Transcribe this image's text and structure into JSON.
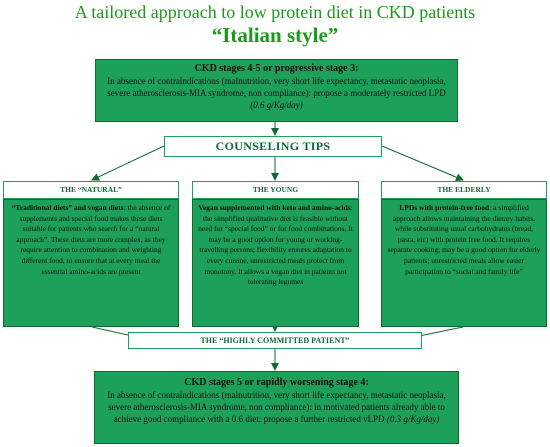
{
  "title": {
    "line1": "A tailored approach to low protein diet in CKD patients",
    "line2": "“Italian style”"
  },
  "top_box": {
    "heading": "CKD stages 4-5 or progressive stage 3:",
    "text": "In absence of contraindications (malnutrition, very short life expectancy, metastatic neoplasia, severe atherosclerosis-MIA syndrome, non compliance): propose a moderately restricted LPD",
    "dose": "(0.6 g/Kg/day)"
  },
  "counseling": "COUNSELING TIPS",
  "columns": {
    "natural": {
      "label": "THE “NATURAL”",
      "lead": "“Traditional diets” and vegan diets",
      "text": ": the absence of supplements and special food makes these diets suitable for patients who search for a “natural approach”. These diets are more complex, as they require attention to combination and weighting different food, to ensure that at every meal the essential amino-acids are present"
    },
    "young": {
      "label": "THE YOUNG",
      "lead": "Vegan supplemented with keto and amino-acids",
      "text": ": the simplified qualitative diet is feasible without need for “special food” or for food combinations. It may be a good option for young or working-travelling persons; flexibility ensures adaptation to every cuisine, unrestricted meals protect from monotony. It allows a vegan diet in patients not tolerating legumes"
    },
    "elderly": {
      "label": "THE ELDERLY",
      "lead": "LPDs with protein-free food",
      "text": ": a simplified approach allows maintaining the dietary habits, while substituting usual carbohydrates (bread, pasta, etc) with protein free food. It requires separate cooking; may be a good option for elderly patients; unrestricted meals allow easier participation to “social and family life”"
    }
  },
  "committed": "THE “HIGHLY COMMITTED PATIENT”",
  "bottom_box": {
    "heading": "CKD stages 5 or rapidly worsening stage 4:",
    "text": "In absence of contraindications (malnutrition, very short life expectancy, metastatic neoplasia, severe atherosclerosis-MIA syndrome, non compliance): in motivated patients already able to achieve good compliance with a 0.6 diet: propose a further restricted vLPD",
    "dose": "(0.3 g/Kg/day)"
  },
  "colors": {
    "green_box": "#1ca05a",
    "border_dark": "#0d6a33",
    "title_green": "#1a9a1a"
  }
}
